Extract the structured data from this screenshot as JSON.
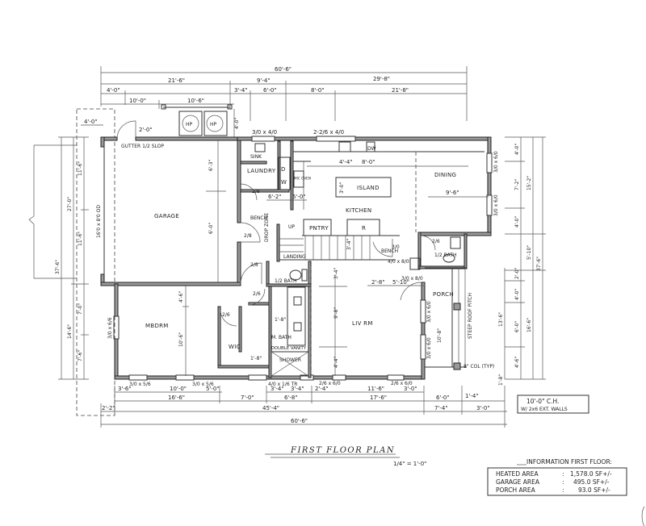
{
  "plan": {
    "title": "FIRST FLOOR PLAN",
    "scale": "1/4\" = 1'-0\""
  },
  "rooms": {
    "garage": "GARAGE",
    "laundry": "LAUNDRY",
    "kitchen": "KITCHEN",
    "dining": "DINING",
    "island": "ISLAND",
    "living": "LIV RM",
    "master": "MBDRM",
    "wic": "WIC",
    "master_bath": "M. BATH",
    "shower": "SHOWER",
    "porch": "PORCH",
    "half_bath": "1/2 BATH",
    "landing": "LANDING",
    "bench": "BENCH",
    "drop_zone": "DROP ZONE",
    "pantry": "PNTRY",
    "refrigerator": "R",
    "dishwasher": "DW",
    "sink": "SINK",
    "dryer": "D",
    "washer": "W",
    "water_heater": "HP",
    "heat_pump_1": "HP",
    "heat_pump_2": "HP",
    "mic_oven": "MIC OVEN",
    "garage_door": "16'0 x 8'0 OD",
    "gutter_note": "GUTTER 1/2 SLOP",
    "double_vanity": "DOUBLE VANITY",
    "up_note": "UP",
    "columns_note": "8\" COL (TYP)",
    "porch_note": "STEEP ROOF PITCH"
  },
  "dimensions": {
    "top": {
      "overall": "60'-6\"",
      "row2": [
        "21'-6\"",
        "9'-4\"",
        "29'-8\""
      ],
      "row3": [
        "4'-0\"",
        "3'-4\"",
        "6'-0\"",
        "8'-0\"",
        "21'-8\""
      ],
      "row4": [
        "10'-0\"",
        "10'-6\""
      ]
    },
    "bottom": {
      "row1": [
        "3'-6\"",
        "10'-0\"",
        "5'-0\"",
        "3'-4\"",
        "3'-4\"",
        "2'-4\"",
        "11'-6\"",
        "3'-0\""
      ],
      "row2": [
        "16'-6\"",
        "7'-0\"",
        "6'-8\"",
        "17'-6\"",
        "6'-0\"",
        "1'-4\""
      ],
      "row3": [
        "2'-2\"",
        "45'-4\"",
        "7'-4\"",
        "3'-0\""
      ],
      "overall": "60'-6\""
    },
    "left": [
      "4'-0\"",
      "11'-6\"",
      "27'-0\"",
      "11'-6\"",
      "37'-6\"",
      "7'-0\"",
      "14'-6\"",
      "7'-6\""
    ],
    "right": [
      "4'-0\"",
      "7'-2\"",
      "15'-2\"",
      "4'-0\"",
      "5'-10\"",
      "37'-6\"",
      "2'-0\"",
      "4'-0\"",
      "13'-6\"",
      "6'-0\"",
      "16'-6\"",
      "4'-6\"",
      "1'-8\""
    ],
    "interior": {
      "gar_1": "6'-3\"",
      "gar_2": "6'-0\"",
      "mbr_1": "4'-6\"",
      "mbr_2": "10'-6\"",
      "kit_1": "4'-4\"",
      "kit_2": "8'-0\"",
      "kit_3": "3'-0\"",
      "kit_4": "6'-2\"",
      "kit_5": "5'-0\"",
      "din": "9'-6\"",
      "liv_1": "9'-8\"",
      "liv_2": "4'-4\"",
      "liv_3": "3'-4\"",
      "liv_4": "2'-8\"",
      "liv_5": "5'-10\"",
      "porch_1": "10'-8\"",
      "bath_1": "1'-8\"",
      "wic_1": "1'-8\"",
      "stair": "3'-4\""
    },
    "doors_windows": {
      "w_top_laundry": "3/0 x 4/0",
      "w_top_kitchen": "2-2/6 x 4/0",
      "w_din_1": "3/0 x 6/0",
      "w_din_2": "3/0 x 6/0",
      "w_liv_1": "3/0 x 6/0",
      "w_liv_2": "3/0 x 6/0",
      "w_mbr_side": "3/0 x 6/6",
      "w_mbr_bot1": "3/0 x 5/6",
      "w_mbr_bot2": "3/0 x 5/6",
      "w_bath_bot": "4/0 x 1/6 TR",
      "w_liv_bot": "2/6 x 6/0",
      "w_kit_bot": "2/6 x 6/0",
      "d_garage_side": "2'-0\"",
      "d_laundry": "2/8",
      "d_shop": "2/8",
      "d_garage_house": "2/8",
      "d_hall": "2/6",
      "d_half": "2/6",
      "d_mbr": "2/6",
      "d_wic": "2/6",
      "d_front": "3/0 x 8/0",
      "d_pantry": "3/0",
      "d_powder": "2/6",
      "d_porch": "4/0 x 8/0"
    }
  },
  "ceiling_note": {
    "line1": "10'-0\" C.H.",
    "line2": "W/ 2x6 EXT. WALLS"
  },
  "info_table": {
    "title": "INFORMATION FIRST FLOOR:",
    "rows": [
      {
        "label": "HEATED AREA",
        "sep": ":",
        "value": "1,578.0 SF+/-"
      },
      {
        "label": "GARAGE AREA",
        "sep": ":",
        "value": "495.0 SF+/-"
      },
      {
        "label": "PORCH AREA",
        "sep": ":",
        "value": "93.0 SF+/-"
      }
    ]
  }
}
